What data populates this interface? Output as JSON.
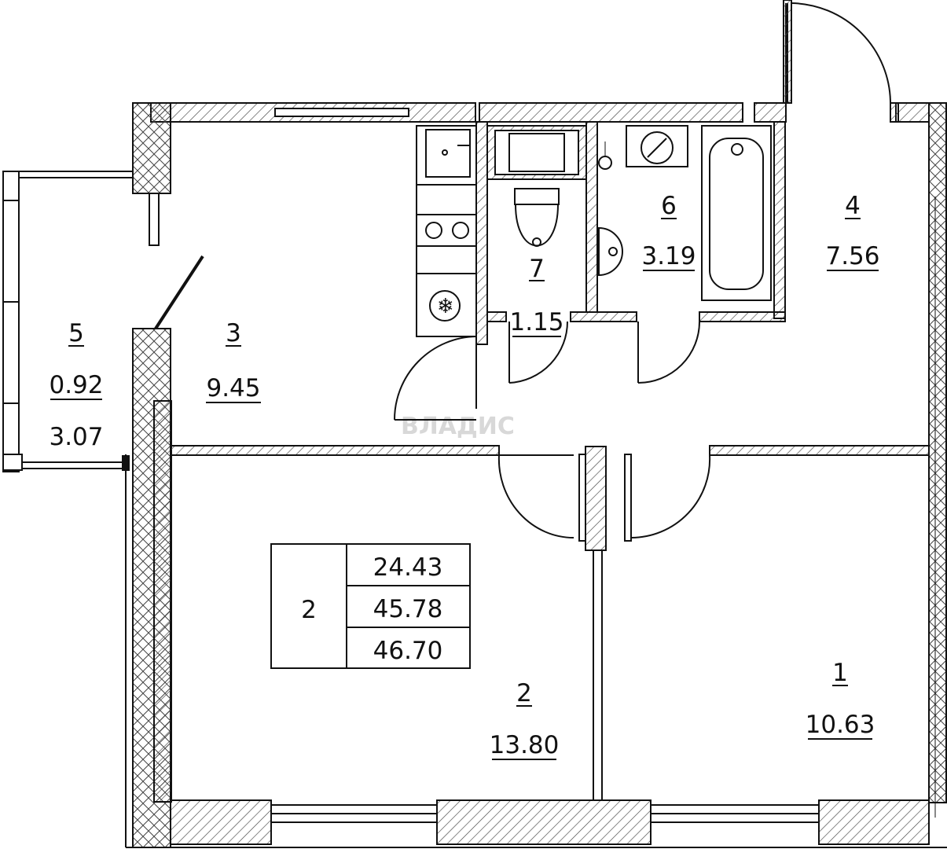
{
  "rooms": [
    {
      "id": "r1",
      "number": "1",
      "area": "10.63"
    },
    {
      "id": "r2",
      "number": "2",
      "area": "13.80"
    },
    {
      "id": "r3",
      "number": "3",
      "area": "9.45"
    },
    {
      "id": "r4",
      "number": "4",
      "area": "7.56"
    },
    {
      "id": "r5",
      "number": "5",
      "area": "0.92",
      "area_full": "3.07"
    },
    {
      "id": "r6",
      "number": "6",
      "area": "3.19"
    },
    {
      "id": "r7",
      "number": "7",
      "area": "1.15"
    }
  ],
  "summary": {
    "rooms_count": "2",
    "living_area": "24.43",
    "total_area": "45.78",
    "total_area_with_balcony": "46.70"
  },
  "watermark": "ВЛАДИС",
  "colors": {
    "line": "#111111",
    "hatch": "#444444",
    "watermark": "#d8d8d8"
  }
}
